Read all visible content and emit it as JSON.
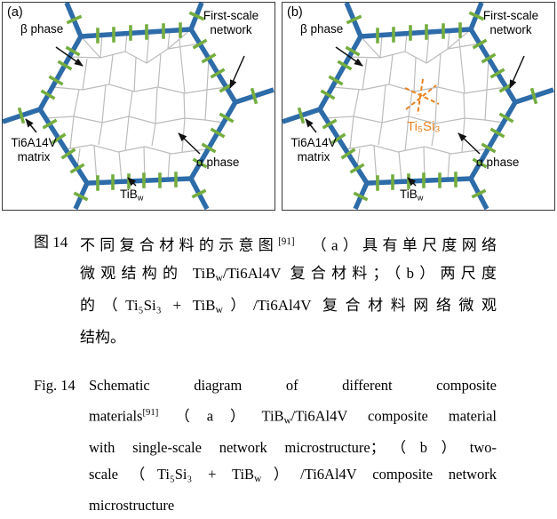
{
  "figure": {
    "panels": [
      {
        "tag": "(a)",
        "labels": {
          "beta": "β phase",
          "first_scale_line1": "First-scale",
          "first_scale_line2": "network",
          "matrix_line1": "Ti6A14V",
          "matrix_line2": "matrix",
          "alpha": "α phase",
          "tib_base": "TiB",
          "tib_sub": "w"
        }
      },
      {
        "tag": "(b)",
        "labels": {
          "beta": "β phase",
          "first_scale_line1": "First-scale",
          "first_scale_line2": "network",
          "matrix_line1": "Ti6A14V",
          "matrix_line2": "matrix",
          "alpha": "α phase",
          "tib_base": "TiB",
          "tib_sub": "w",
          "ti5si3": "Ti₅Si₃"
        }
      }
    ],
    "colors": {
      "network_blue": "#2d6ca8",
      "whisker_green": "#74ad3f",
      "grain_gray": "#bcbcbc",
      "ti5si3_orange": "#e8821e",
      "arrow_black": "#111111"
    }
  },
  "captions": {
    "zh": {
      "label": "图 14",
      "l1a": "不同复合材料的示意图",
      "l1ref": "[91]",
      "l1b": "　（a）具有单尺度网络",
      "l2a": "微观结构的 TiB",
      "l2sub": "w",
      "l2b": "/Ti6Al4V 复合材料；（b）两尺度",
      "l3a": "的（Ti₅Si₃ + TiB",
      "l3sub": "w",
      "l3b": "）/Ti6Al4V 复合材料网络微观",
      "l4": "结构。"
    },
    "en": {
      "label": "Fig. 14",
      "l1": "Schematic diagram of different composite",
      "l2a": "materials",
      "l2ref": "[91]",
      "l2b": "（a）TiB",
      "l2sub": "w",
      "l2c": "/Ti6Al4V composite material",
      "l3": "with single-scale network microstructure；（b）two-",
      "l4a": "scale（Ti₅Si₃ + TiB",
      "l4sub": "w",
      "l4b": "）/Ti6Al4V composite network",
      "l5": "microstructure"
    }
  }
}
